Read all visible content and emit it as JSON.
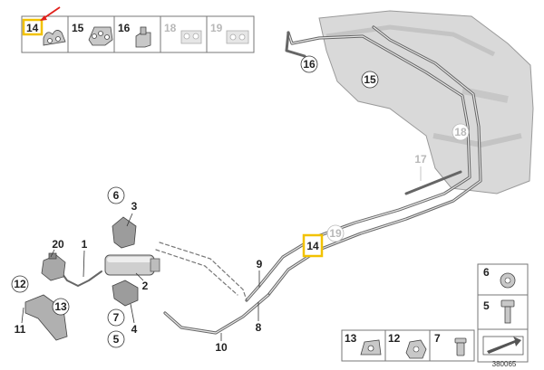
{
  "diagram_ref": "380065",
  "colors": {
    "highlight": "#f2c200",
    "arrow": "#e0201b",
    "line": "#555555",
    "faded": "#b8b8b8",
    "tank": "#d9d9d9"
  },
  "parts_strip": {
    "labels": [
      "14",
      "15",
      "16",
      "18",
      "19"
    ],
    "highlighted": "14"
  },
  "callouts": {
    "c16": "16",
    "c15": "15",
    "c18": "18",
    "c17": "17",
    "c19": "19",
    "c14": "14",
    "c6_upper": "6",
    "c3": "3",
    "c20": "20",
    "c1": "1",
    "c2": "2",
    "c9": "9",
    "c12": "12",
    "c13": "13",
    "c11": "11",
    "c7": "7",
    "c4": "4",
    "c5": "5",
    "c8": "8",
    "c10": "10"
  },
  "legend_right": {
    "top": "6",
    "bottom": "5"
  },
  "legend_bottom": {
    "labels": [
      "13",
      "12",
      "7"
    ]
  }
}
